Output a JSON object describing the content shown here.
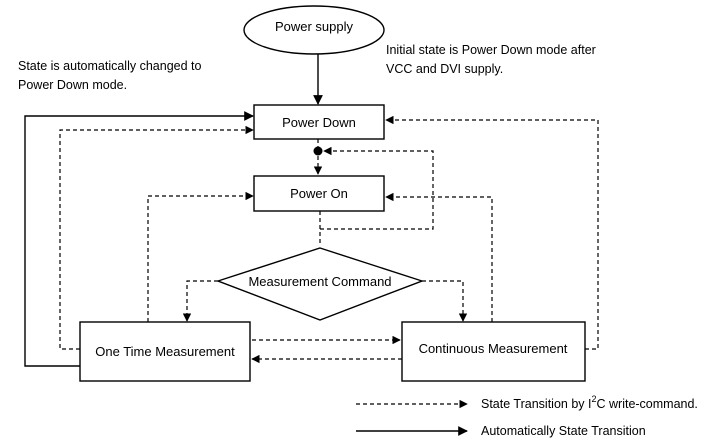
{
  "nodes": {
    "power_supply": "Power supply",
    "power_down": "Power Down",
    "power_on": "Power On",
    "measurement_command": "Measurement Command",
    "one_time": "One Time Measurement",
    "continuous": "Continuous Measurement"
  },
  "notes": {
    "auto_line1": "State is automatically changed to",
    "auto_line2": "Power Down mode.",
    "initial_line1": "Initial state is Power Down mode after",
    "initial_line2": "VCC and DVI supply."
  },
  "legend": {
    "dashed_prefix": "State Transition by I",
    "dashed_sup": "2",
    "dashed_suffix": "C write-command.",
    "solid": "Automatically State Transition"
  }
}
